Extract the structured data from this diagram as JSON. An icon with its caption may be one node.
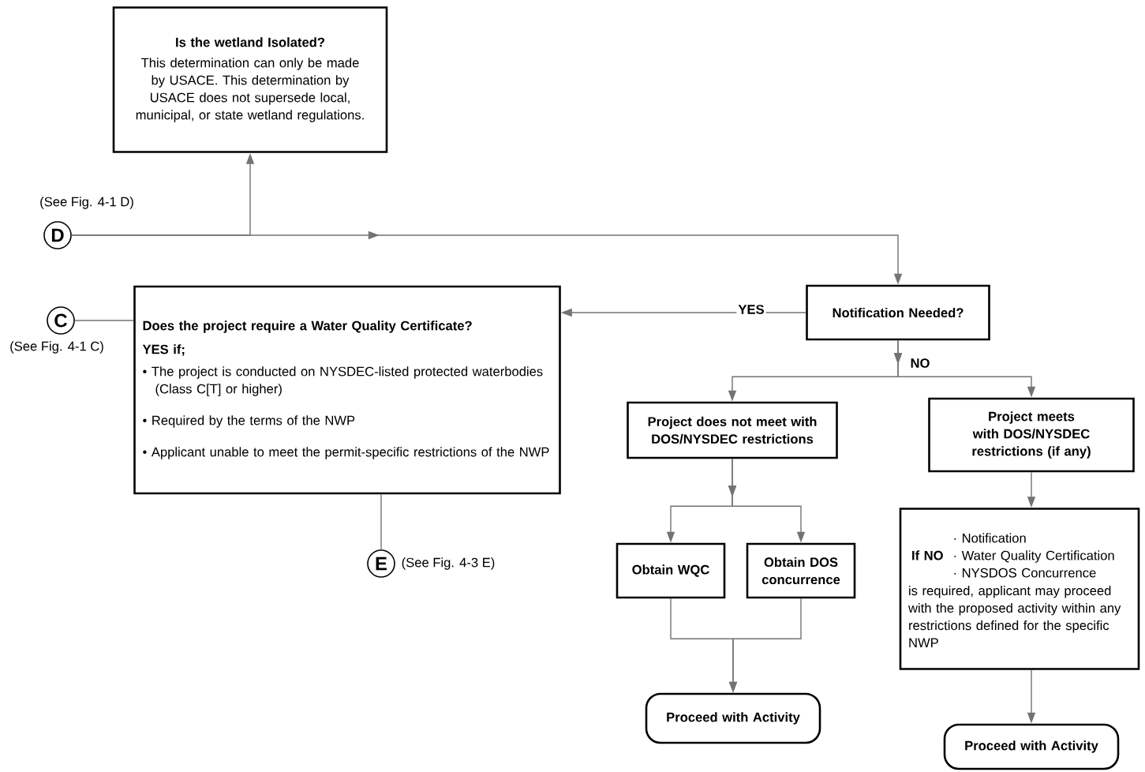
{
  "diagram": {
    "nodes": [
      {
        "text": [
          "Is the wetland Isolated?",
          "This determination can only be made by USACE. This determination by USACE does not supersede local, municipal, or state wetland regulations."
        ]
      },
      {
        "text": [
          "D"
        ],
        "beside": [
          "(See Fig. 4-1 D)"
        ]
      },
      {
        "text": [
          "C"
        ],
        "beside": [
          "(See Fig. 4-1 C)"
        ]
      },
      {
        "text": [
          "Does the project require a Water Quality Certificate?",
          "YES if;",
          "• The project is conducted on NYSDEC-listed protected waterbodies (Class C[T] or higher)",
          "• Required by the terms of the NWP",
          "• Applicant unable to meet the permit-specific restrictions of the NWP"
        ]
      },
      {
        "text": [
          "Notification Needed?"
        ]
      },
      {
        "text": [
          "E"
        ],
        "beside": [
          "(See Fig. 4-3 E)"
        ]
      },
      {
        "text": [
          "Project does not meet with DOS/NYSDEC restrictions"
        ]
      },
      {
        "text": [
          "Project meets with DOS/NYSDEC restrictions (if any)"
        ]
      },
      {
        "text": [
          "Obtain WQC"
        ]
      },
      {
        "text": [
          "Obtain DOS concurrence"
        ]
      },
      {
        "text": [
          "If NO",
          "· Notification",
          "· Water Quality Certification",
          "· NYSDOS Concurrence",
          "is required, applicant may proceed with the proposed activity within any restrictions defined for the specific NWP"
        ]
      },
      {
        "text": [
          "Proceed with Activity"
        ]
      },
      {
        "text": [
          "Proceed with Activity"
        ]
      }
    ],
    "edges": [
      {
        "from": 1,
        "to": 0,
        "arrow": "to"
      },
      {
        "from": 1,
        "to": 4,
        "arrow": "to"
      },
      {
        "from": 2,
        "to": 3,
        "arrow": "none"
      },
      {
        "from": 4,
        "to": 3,
        "arrow": "to",
        "label": "YES"
      },
      {
        "from": 4,
        "to": 6,
        "arrow": "to",
        "label": "NO"
      },
      {
        "from": 4,
        "to": 7,
        "arrow": "to"
      },
      {
        "from": 3,
        "to": 5,
        "arrow": "none"
      },
      {
        "from": 6,
        "to": 8,
        "arrow": "to"
      },
      {
        "from": 6,
        "to": 9,
        "arrow": "to"
      },
      {
        "from": 8,
        "to": 11,
        "arrow": "to"
      },
      {
        "from": 9,
        "to": 11,
        "arrow": "to"
      },
      {
        "from": 7,
        "to": 10,
        "arrow": "to"
      },
      {
        "from": 10,
        "to": 12,
        "arrow": "to"
      }
    ]
  }
}
